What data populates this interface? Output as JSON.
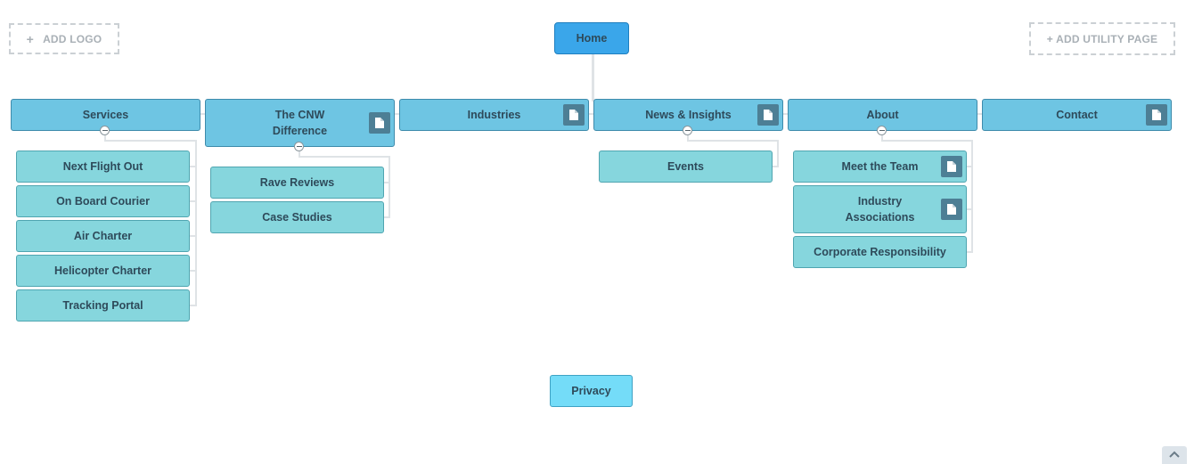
{
  "header": {
    "add_logo_plus": "+",
    "add_logo_label": "ADD LOGO",
    "add_utility_label": "+ ADD UTILITY PAGE"
  },
  "home": {
    "label": "Home"
  },
  "top_level": [
    {
      "label": "Services",
      "has_page_icon": false,
      "children": [
        "Next Flight Out",
        "On Board Courier",
        "Air Charter",
        "Helicopter Charter",
        "Tracking Portal"
      ]
    },
    {
      "label": "The CNW Difference",
      "has_page_icon": true,
      "children": [
        "Rave Reviews",
        "Case Studies"
      ]
    },
    {
      "label": "Industries",
      "has_page_icon": true,
      "children": []
    },
    {
      "label": "News & Insights",
      "has_page_icon": true,
      "children": [
        "Events"
      ]
    },
    {
      "label": "About",
      "has_page_icon": false,
      "children": [
        "Meet the Team",
        "Industry Associations",
        "Corporate Responsibility"
      ]
    },
    {
      "label": "Contact",
      "has_page_icon": true,
      "children": []
    }
  ],
  "footer_page": {
    "label": "Privacy"
  },
  "icons": {
    "page": "page-icon",
    "collapse": "collapse-icon",
    "scroll_top": "chevron-up-icon"
  },
  "colors": {
    "home": "#3aa6ea",
    "top_level": "#6ec5e3",
    "child": "#86d6dd",
    "privacy": "#74dcf8",
    "page_icon": "#4d7f95",
    "connector": "#dfe3e6"
  }
}
